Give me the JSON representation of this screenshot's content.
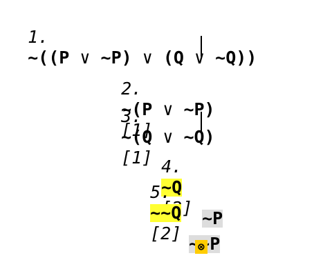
{
  "colors": {
    "highlight_yellow": "#ffff33",
    "highlight_grey": "#dddddd",
    "highlight_orange": "#ffcc00"
  },
  "tree": {
    "line1": {
      "num": "1.",
      "formula_a": "~((P",
      "op_a": "∨",
      "formula_b": "~P)",
      "op_b": "∨",
      "formula_c": "(Q",
      "op_c": "∨",
      "formula_d": "~Q))"
    },
    "line2": {
      "num": "2.",
      "formula_a": "~(P",
      "op_a": "∨",
      "formula_b": "~P)",
      "just": "[1]"
    },
    "line3": {
      "num": "3.",
      "formula_a": "~(Q",
      "op_a": "∨",
      "formula_b": "~Q)",
      "just": "[1]"
    },
    "line4": {
      "num": "4.",
      "formula": "~Q",
      "just": "[2]"
    },
    "line5": {
      "num": "5.",
      "formula": "~~Q",
      "just": "[2]"
    },
    "line6": {
      "formula": "~P"
    },
    "line7": {
      "formula": "~~P"
    },
    "closure_symbol": "⊗"
  }
}
